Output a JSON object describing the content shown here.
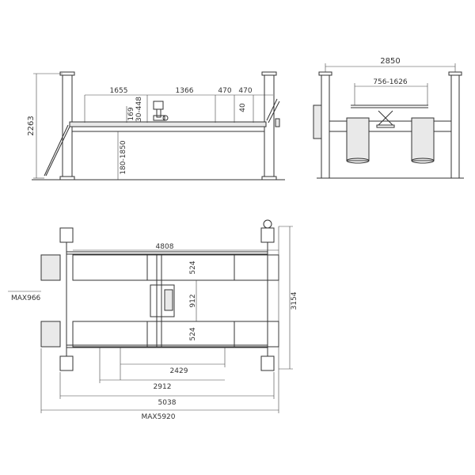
{
  "side_view": {
    "total_height": "2263",
    "wheel_base_1": "1655",
    "wheel_base_2": "1366",
    "platform_seg_1": "470",
    "platform_seg_2": "470",
    "jack_travel": "30-448",
    "jack_height": "169",
    "ramp_height": "40",
    "lift_range": "180-1850"
  },
  "front_view": {
    "overall_width": "2850",
    "jack_span": "756-1626"
  },
  "top_view": {
    "runway_length": "4808",
    "runway_width_top": "524",
    "runway_gap": "912",
    "runway_width_bottom": "524",
    "overall_depth": "3154",
    "max_width": "MAX966",
    "dim_2429": "2429",
    "dim_2912": "2912",
    "dim_5038": "5038",
    "max_length": "MAX5920"
  },
  "colors": {
    "line": "#333333",
    "background": "#ffffff"
  }
}
